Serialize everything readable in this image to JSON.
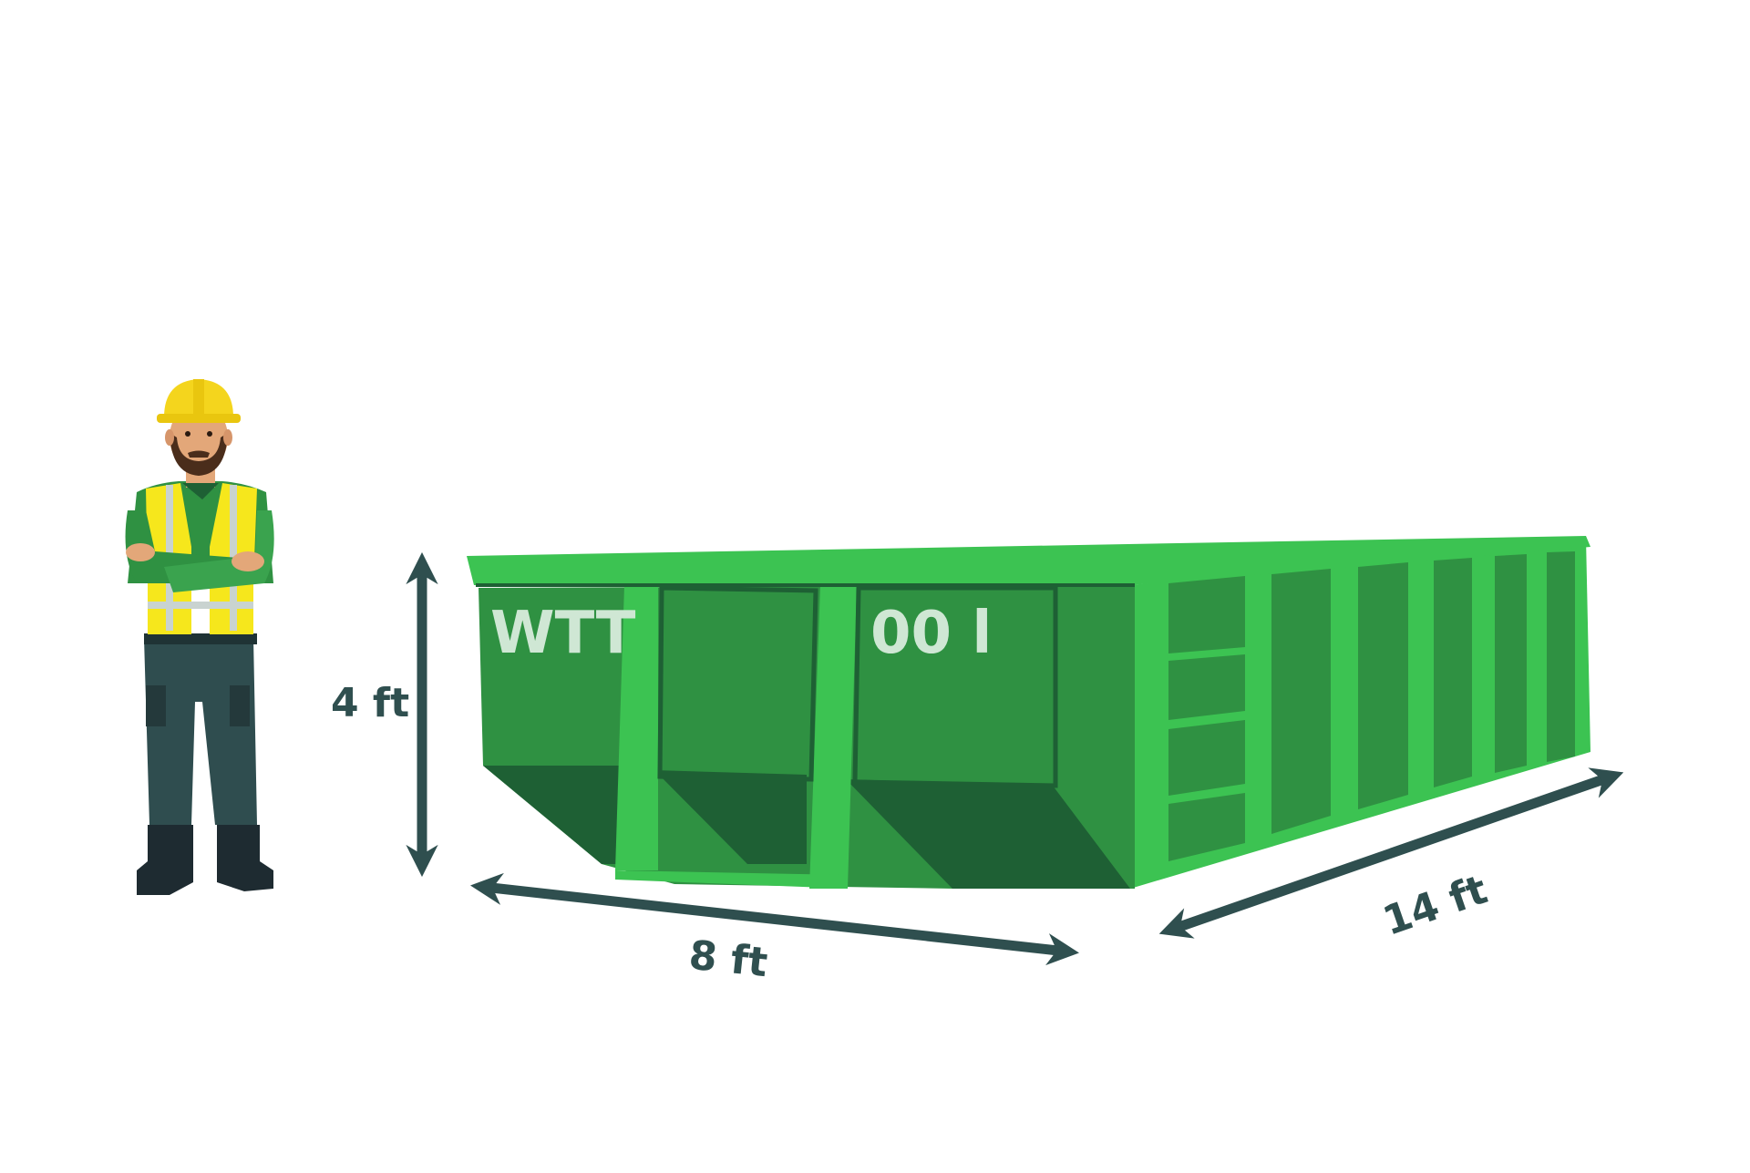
{
  "dumpster": {
    "label_left": "WTT",
    "label_right": "00 l"
  },
  "dimensions": {
    "height": "4 ft",
    "width": "8 ft",
    "length": "14 ft"
  },
  "colors": {
    "dumpster_light": "#3cc352",
    "dumpster_mid": "#2f9142",
    "dumpster_dark": "#1e6034",
    "dimension_arrows": "#2f4f4f",
    "helmet": "#f4d51d",
    "vest": "#f6e71c"
  },
  "icons": {
    "worker": "construction-worker-figure",
    "dumpster": "roll-off-dumpster"
  }
}
